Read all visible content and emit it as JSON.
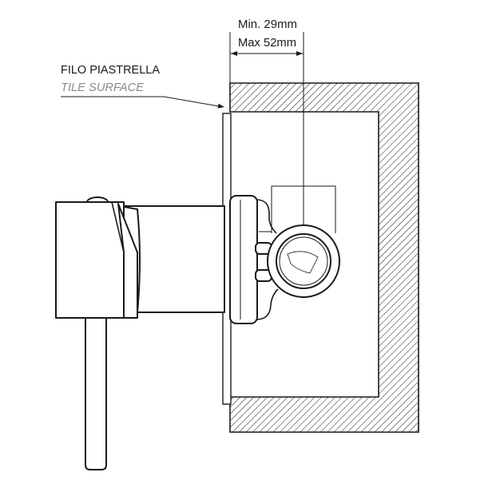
{
  "dimension": {
    "min": "Min. 29mm",
    "max": "Max 52mm"
  },
  "label": {
    "filo_piastrella": "FILO PIASTRELLA",
    "tile_surface": "TILE SURFACE"
  },
  "colors": {
    "line": "#1a1a1a",
    "label_secondary": "#8a8a8a",
    "background": "#ffffff"
  }
}
